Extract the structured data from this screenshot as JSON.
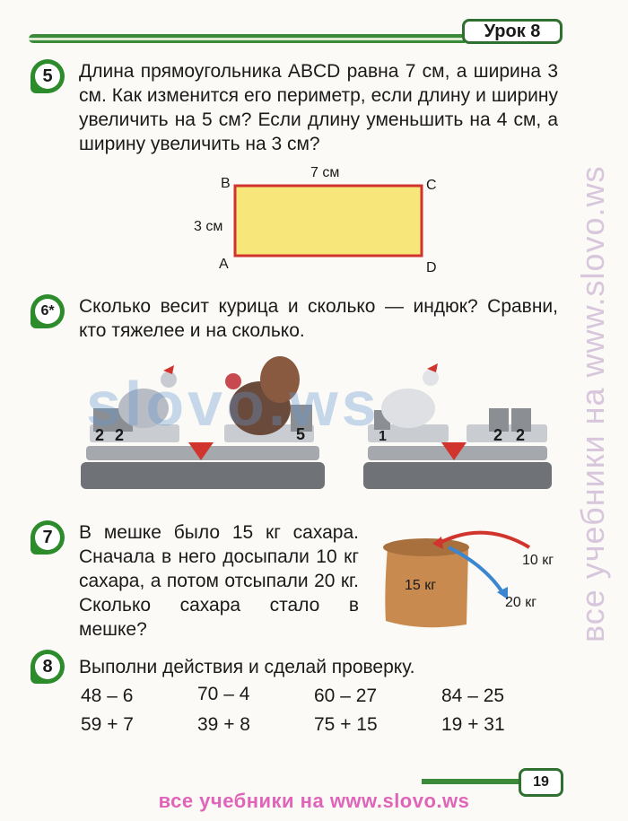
{
  "header": {
    "lesson": "Урок 8"
  },
  "task5": {
    "number": "5",
    "text": "Длина прямоугольника ABCD равна 7 см, а ширина 3 см. Как изменится его периметр, если длину и ширину увеличить на 5 см? Если длину уменьшить на 4 см, а ширину увеличить на 3 см?",
    "figure": {
      "A": "A",
      "B": "B",
      "C": "C",
      "D": "D",
      "length": "7 см",
      "width": "3 см",
      "fill": "#f7e67a",
      "stroke": "#d0342c"
    }
  },
  "task6": {
    "number": "6*",
    "text": "Сколько весит курица и сколько — индюк? Сравни, кто тяжелее и на сколько.",
    "scale1": {
      "weights": [
        "2",
        "2",
        "5"
      ]
    },
    "scale2": {
      "weights": [
        "1",
        "2",
        "2"
      ]
    }
  },
  "task7": {
    "number": "7",
    "text": "В мешке было 15 кг сахара. Сначала в него досыпали 10 кг сахара, а потом отсыпали 20 кг. Сколько сахара стало в мешке?",
    "bag_label": "15 кг",
    "arrow_in": "10 кг",
    "arrow_out": "20 кг"
  },
  "task8": {
    "number": "8",
    "text": "Выполни действия и сделай проверку.",
    "rows": [
      [
        "48 – 6",
        "70 – 4",
        "60 – 27",
        "84 – 25"
      ],
      [
        "59 + 7",
        "39 + 8",
        "75 + 15",
        "19 + 31"
      ]
    ]
  },
  "watermark": "slovo.ws",
  "side_text": "все учебники на www.slovo.ws",
  "footer": "все учебники на www.slovo.ws",
  "page": "19",
  "colors": {
    "green": "#2c8c2c",
    "rect_fill": "#f7e67a",
    "rect_stroke": "#d0342c",
    "arrow_red": "#d0342c",
    "arrow_blue": "#3a86d0",
    "footer": "#e064b8"
  }
}
